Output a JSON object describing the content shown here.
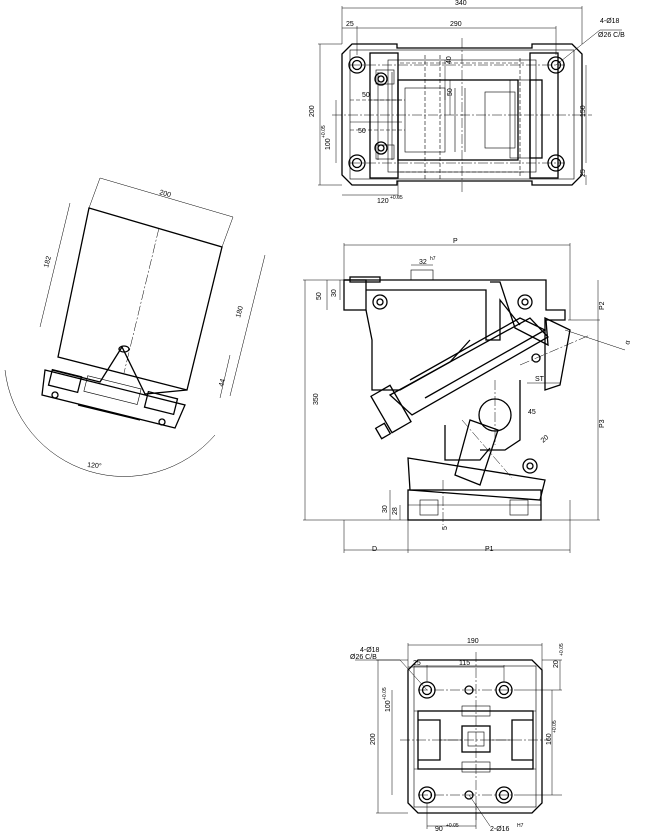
{
  "top_view": {
    "dims": {
      "overall_width": "340",
      "inner_width": "290",
      "edge_offset": "25",
      "holes": "4-Ø18",
      "counterbore": "Ø26 C/B",
      "height": "200",
      "hole_spacing": "150",
      "bottom_offset": "25",
      "bore_spacing": "100",
      "bore_spacing_tol": "+0.05",
      "dim_50_upper": "50",
      "dim_50_left": "50",
      "dim_50_mid": "50",
      "dim_40": "40",
      "bottom_span": "120",
      "bottom_span_tol": "+0.05"
    }
  },
  "front_view": {
    "dims": {
      "p": "P",
      "slot": "32",
      "slot_tol": "h7",
      "d50": "50",
      "d30": "30",
      "p2": "P2",
      "angle": "α",
      "st": "ST",
      "height": "350",
      "p3": "P3",
      "d45": "45",
      "d20": "20",
      "base_30": "30",
      "base_28": "28",
      "d5": "5",
      "d": "D",
      "p1": "P1"
    }
  },
  "rotated_view": {
    "dims": {
      "width": "200",
      "left": "182",
      "right": "180",
      "base": "44",
      "angle": "120°"
    }
  },
  "bottom_view": {
    "dims": {
      "width": "190",
      "holes": "4-Ø18",
      "counterbore": "Ø26 C/B",
      "edge": "25",
      "span": "115",
      "top_offset": "20",
      "top_offset_tol": "+0.05",
      "height": "200",
      "bore": "100",
      "bore_tol": "+0.05",
      "right": "160",
      "right_tol": "+0.05",
      "bottom": "90",
      "bottom_tol": "+0.05",
      "pin": "2-Ø16",
      "pin_tol": "H7"
    }
  }
}
